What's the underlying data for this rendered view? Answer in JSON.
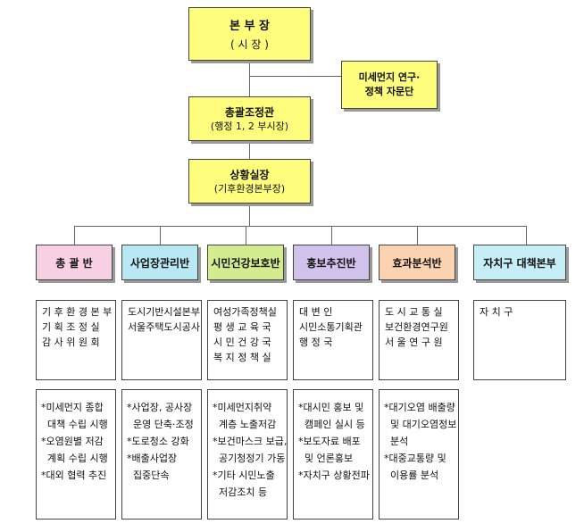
{
  "top": {
    "title": "본 부 장",
    "subtitle": "( 시   장 )"
  },
  "advisory": {
    "line1": "미세먼지 연구·",
    "line2": "정책 자문단"
  },
  "coordinator": {
    "title": "총괄조정관",
    "subtitle": "(행정 1, 2 부시장)"
  },
  "situation": {
    "title": "상황실장",
    "subtitle": "(기후환경본부장)"
  },
  "units": [
    {
      "name": "총 괄 반",
      "org": [
        "기 후 환 경 본 부",
        "기 획 조 정 실",
        "감 사 위 원 회"
      ],
      "tasks": [
        "미세먼지 종합",
        "대책 수립 시행",
        "오염원별 저감",
        "계획 수립 시행",
        "대외 협력 추진"
      ]
    },
    {
      "name": "사업장관리반",
      "org": [
        "도시기반시설본부",
        "서울주택도시공사"
      ],
      "tasks": [
        "사업장, 공사장",
        "운영 단축·조정",
        "도로청소 강화",
        "배출사업장",
        "집중단속"
      ]
    },
    {
      "name": "시민건강보호반",
      "org": [
        "여성가족정책실",
        "평 생 교 육 국",
        "시 민 건 강 국",
        "복 지 정 책 실"
      ],
      "tasks": [
        "미세먼지취약",
        "계층 노출저감",
        "보건마스크 보급,",
        "공기청정기 가동",
        "기타 시민노출",
        "저감조치 등"
      ]
    },
    {
      "name": "홍보추진반",
      "org": [
        "대    변    인",
        "시민소통기획관",
        "행    정    국"
      ],
      "tasks": [
        "대시민 홍보 및",
        "캠페인 실시 등",
        "보도자료 배포",
        "및 언론홍보",
        "자치구 상황전파"
      ]
    },
    {
      "name": "효과분석반",
      "org": [
        "도 시 교 통 실",
        "보건환경연구원",
        "서 울 연 구 원"
      ],
      "tasks": [
        "대기오염 배출량",
        "및 대기오염정보",
        "분석",
        "대중교통량 및",
        "이용률 분석"
      ]
    },
    {
      "name": "자치구 대책본부",
      "org": [
        "자    치    구"
      ],
      "tasks": []
    }
  ]
}
